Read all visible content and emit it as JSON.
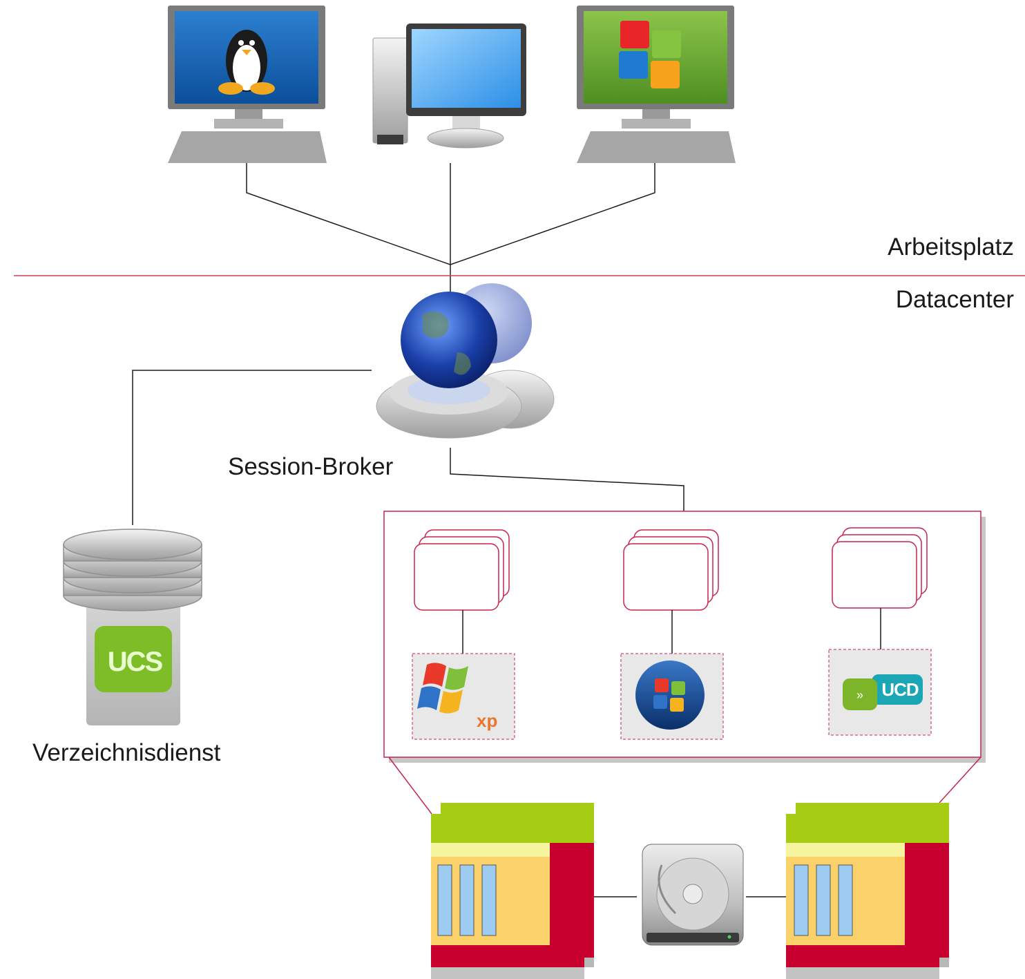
{
  "zones": {
    "upper_label": "Arbeitsplatz",
    "lower_label": "Datacenter"
  },
  "nodes": {
    "session_broker": "Session-Broker",
    "directory_service": "Verzeichnisdienst"
  },
  "logos": {
    "ucs": "UCS",
    "ucd": "UCD",
    "xp": "xp"
  },
  "icons": [
    "linux-desktop-icon",
    "mac-desktop-icon",
    "windows-desktop-icon",
    "globe-server-icon",
    "database-icon",
    "windows-xp-logo",
    "windows-vista-logo",
    "ucd-logo",
    "hard-disk-icon",
    "server-stack-icon"
  ],
  "colors": {
    "zone_divider": "#d23a5a",
    "vm_outline": "#c8244a",
    "server_green": "#a6cc14",
    "server_red": "#c8002d",
    "server_yellow": "#fbd16a",
    "server_slot": "#9dcbf2"
  }
}
